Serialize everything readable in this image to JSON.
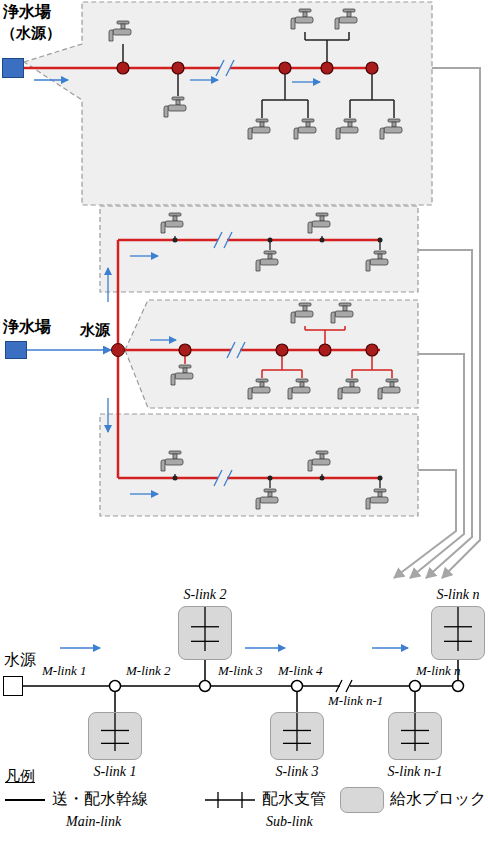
{
  "diagram": {
    "nodes": [
      {
        "text": [
          "浄水場",
          "（水源）"
        ]
      },
      {
        "text": [
          "浄水場"
        ]
      },
      {
        "text": [
          "水源"
        ]
      },
      {
        "text": [
          "水源"
        ]
      },
      {
        "text": [
          "S-link 1"
        ]
      },
      {
        "text": [
          "S-link 2"
        ]
      },
      {
        "text": [
          "S-link 3"
        ]
      },
      {
        "text": [
          "S-link n-1"
        ]
      },
      {
        "text": [
          "S-link n"
        ]
      }
    ],
    "edges": [
      {
        "from": 1,
        "to": 2,
        "arrow": "to"
      }
    ],
    "labels": [
      "M-link 1",
      "M-link 2",
      "M-link 3",
      "M-link 4",
      "M-link n-1",
      "M-link n",
      "凡例",
      "Main-link",
      "Sub-link"
    ],
    "legend": [
      {
        "text": "送・配水幹線"
      },
      {
        "text": "配水支管"
      },
      {
        "text": "給水ブロック",
        "color": "#d8d8d8"
      }
    ]
  }
}
